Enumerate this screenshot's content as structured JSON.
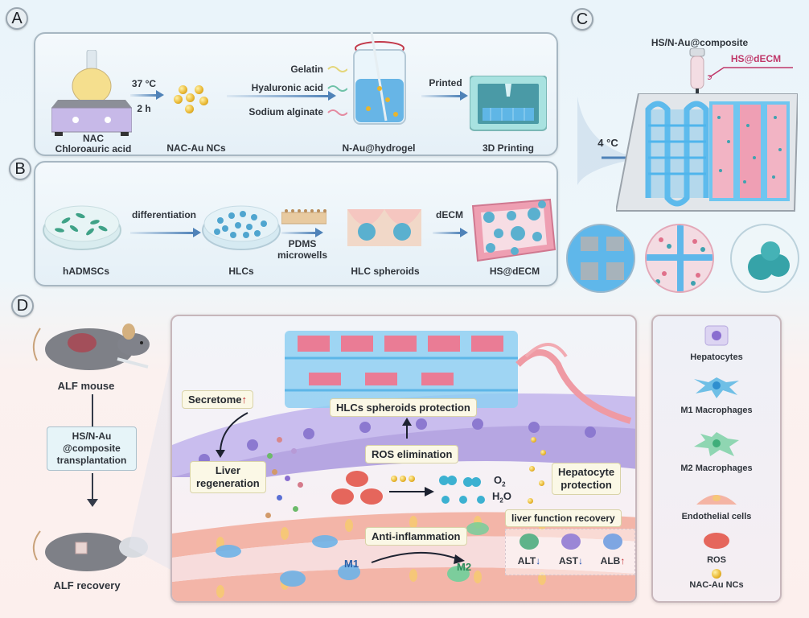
{
  "panels": {
    "A": {
      "letter": "A",
      "reagents_label_line1": "NAC",
      "reagents_label_line2": "Chloroauric acid",
      "condition_temp": "37 °C",
      "condition_time": "2 h",
      "product_label": "NAC-Au NCs",
      "polymers": [
        "Gelatin",
        "Hyaluronic acid",
        "Sodium alginate"
      ],
      "polymer_colors": [
        "#e4d67a",
        "#6fc2a8",
        "#e48aa0"
      ],
      "hydrogel_label": "N-Au@hydrogel",
      "print_step_label": "Printed",
      "printing_label": "3D Printing"
    },
    "B": {
      "letter": "B",
      "start_label": "hADMSCs",
      "step1_label": "differentiation",
      "hlc_label": "HLCs",
      "step2_label_line1": "PDMS",
      "step2_label_line2": "microwells",
      "spheroid_label": "HLC spheroids",
      "step3_label": "dECM",
      "final_label": "HS@dECM"
    },
    "C": {
      "letter": "C",
      "composite_label": "HS/N-Au@composite",
      "bioink_label": "HS@dECM",
      "bioink_color": "#c0386a",
      "temperature_label": "4 °C"
    },
    "D": {
      "letter": "D",
      "mouse_label": "ALF mouse",
      "treatment_line1": "HS/N-Au",
      "treatment_line2": "@composite",
      "treatment_line3": "transplantation",
      "recovery_label": "ALF recovery",
      "mechanism": {
        "secretome": "Secretome",
        "secretome_trend": "up",
        "hlc_protection": "HLCs spheroids protection",
        "liver_regeneration_line1": "Liver",
        "liver_regeneration_line2": "regeneration",
        "ros_elimination": "ROS elimination",
        "o2_label": "O",
        "o2_sub": "2",
        "h2o_label_h": "H",
        "h2o_sub": "2",
        "h2o_label_o": "O",
        "hepatocyte_protection_line1": "Hepatocyte",
        "hepatocyte_protection_line2": "protection",
        "anti_inflammation": "Anti-inflammation",
        "m1_label": "M1",
        "m2_label": "M2",
        "liver_function_title": "liver function recovery",
        "markers": [
          {
            "name": "ALT",
            "trend": "down",
            "color": "#5fb38a"
          },
          {
            "name": "AST",
            "trend": "down",
            "color": "#9b86d6"
          },
          {
            "name": "ALB",
            "trend": "up",
            "color": "#7ea6e2"
          }
        ]
      },
      "legend": [
        {
          "label": "Hepatocytes",
          "icon": "hepatocyte-icon"
        },
        {
          "label": "M1 Macrophages",
          "icon": "m1-macrophage-icon"
        },
        {
          "label": "M2 Macrophages",
          "icon": "m2-macrophage-icon"
        },
        {
          "label": "Endothelial cells",
          "icon": "endothelial-cell-icon"
        },
        {
          "label": "ROS",
          "icon": "ros-icon"
        },
        {
          "label": "NAC-Au NCs",
          "icon": "nac-au-nc-icon"
        }
      ]
    }
  },
  "colors": {
    "arrow_blue": "#4f82b8",
    "up_red": "#c0282d",
    "down_blue": "#1f4fb0",
    "hydrogel_blue": "#5cb4e8",
    "dECM_pink": "#e88a9e",
    "hepatocyte_purple": "#a999dc"
  }
}
